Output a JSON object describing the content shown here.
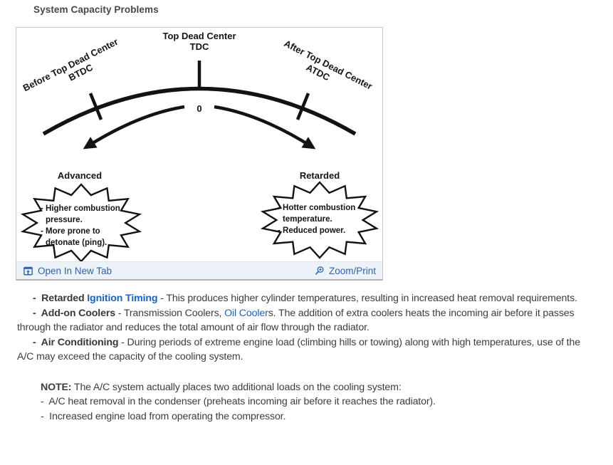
{
  "page": {
    "title": "System Capacity Problems"
  },
  "figure": {
    "diagram": {
      "tdc_line1": "Top Dead Center",
      "tdc_line2": "TDC",
      "btdc_line1": "Before Top Dead Center",
      "btdc_line2": "BTDC",
      "atdc_line1": "After Top Dead Center",
      "atdc_line2": "ATDC",
      "zero_label": "0",
      "advanced_label": "Advanced",
      "retarded_label": "Retarded",
      "advanced_callout": [
        "- Higher combustion",
        "pressure.",
        "- More prone to",
        "detonate (ping)."
      ],
      "retarded_callout": [
        "- Hotter combustion",
        "temperature.",
        "- Reduced power."
      ]
    },
    "toolbar": {
      "open_in_new_tab": "Open In New Tab",
      "zoom_print": "Zoom/Print"
    }
  },
  "content": {
    "bullets": [
      {
        "segments": [
          {
            "t": "-  ",
            "s": "bold"
          },
          {
            "t": "Retarded ",
            "s": "bold"
          },
          {
            "t": "Ignition Timing",
            "s": "link",
            "bold": true,
            "name": "ignition-timing-link"
          },
          {
            "t": " - This produces higher cylinder temperatures, resulting in increased heat removal requirements.",
            "s": "plain"
          }
        ]
      },
      {
        "segments": [
          {
            "t": "-  ",
            "s": "bold"
          },
          {
            "t": "Add-on Coolers",
            "s": "bold"
          },
          {
            "t": " - Transmission Coolers, ",
            "s": "plain"
          },
          {
            "t": "Oil Cooler",
            "s": "link",
            "bold": false,
            "name": "oil-cooler-link"
          },
          {
            "t": "s. The addition of extra coolers heats the incoming air before it passes through the radiator and reduces the total amount of air flow through the radiator.",
            "s": "plain"
          }
        ]
      },
      {
        "segments": [
          {
            "t": "-  ",
            "s": "bold"
          },
          {
            "t": "Air Conditioning",
            "s": "bold"
          },
          {
            "t": " - During periods of extreme engine load (climbing hills or towing) along with high temperatures, use of the A/C may exceed the capacity of the cooling system.",
            "s": "plain"
          }
        ]
      }
    ],
    "note": {
      "label": "NOTE:",
      "text": " The A/C system actually places two additional loads on the cooling system:",
      "items": [
        "-  A/C heat removal in the condenser (preheats incoming air before it reaches the radiator).",
        "-  Increased engine load from operating the compressor."
      ]
    }
  },
  "colors": {
    "link": "#1b63c1",
    "toolbar_blue": "#2c63ad",
    "toolbar_bg": "#edf2f8",
    "text": "#3d3d3d",
    "title": "#474747"
  }
}
